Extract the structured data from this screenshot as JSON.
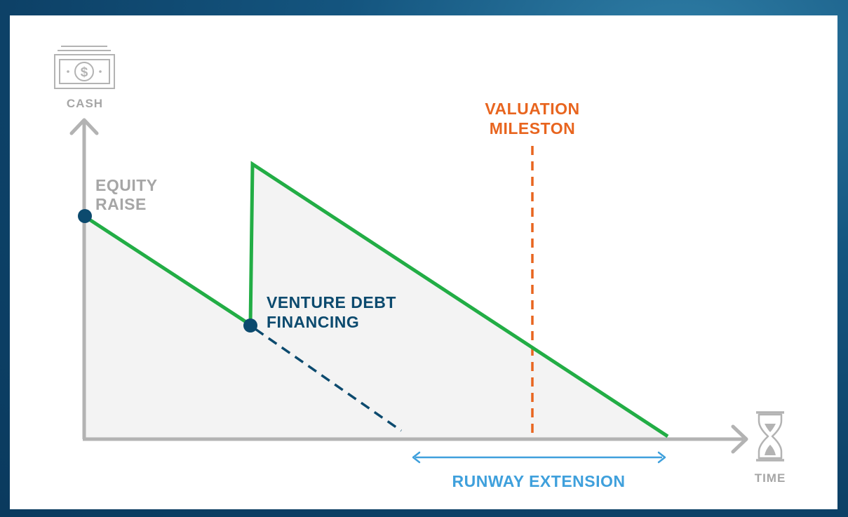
{
  "colors": {
    "background": "#0d4167",
    "panel": "#ffffff",
    "axis": "#b3b3b3",
    "fill": "#f3f3f3",
    "cash_line": "#22ad45",
    "points": "#0c4a6e",
    "dashed_projection": "#0c4a6e",
    "milestone": "#e8651f",
    "runway": "#3fa0dc",
    "labels_gray": "#a6a6a6",
    "labels_navy": "#0c4a6e"
  },
  "axes": {
    "y_label": "CASH",
    "x_label": "TIME",
    "y_icon": "cash-icon",
    "x_icon": "hourglass-icon"
  },
  "labels": {
    "equity_line1": "EQUITY",
    "equity_line2": "RAISE",
    "venture_line1": "VENTURE DEBT",
    "venture_line2": "FINANCING",
    "valuation_line1": "VALUATION",
    "valuation_line2": "MILESTON",
    "runway": "RUNWAY EXTENSION"
  }
}
